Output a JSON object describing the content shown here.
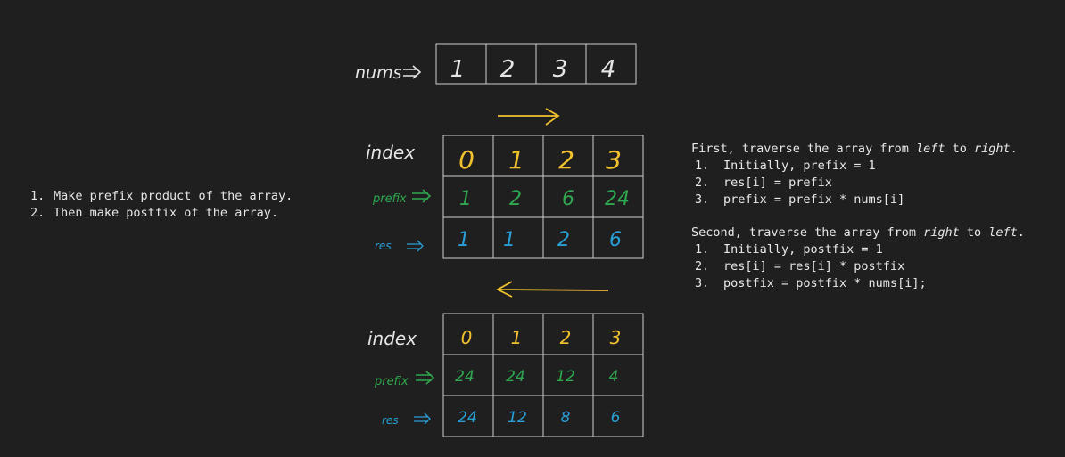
{
  "left_notes": {
    "items": [
      {
        "num": "1.",
        "text": "Make prefix product of the array."
      },
      {
        "num": "2.",
        "text": "Then make postfix of the array."
      }
    ]
  },
  "right_notes": {
    "first": {
      "pre": "First, traverse the array from ",
      "em1": "left",
      "mid": " to ",
      "em2": "right",
      "post": ".",
      "items": [
        {
          "num": "1.",
          "text": "Initially, prefix = 1"
        },
        {
          "num": "2.",
          "text": "res[i] = prefix"
        },
        {
          "num": "3.",
          "text": "prefix = prefix * nums[i]"
        }
      ]
    },
    "second": {
      "pre": "Second, traverse the array from ",
      "em1": "right",
      "mid": " to ",
      "em2": "left",
      "post": ".",
      "items": [
        {
          "num": "1.",
          "text": "Initially, postfix = 1"
        },
        {
          "num": "2.",
          "text": "res[i] = res[i] * postfix"
        },
        {
          "num": "3.",
          "text": "postfix = postfix * nums[i];"
        }
      ]
    }
  },
  "diagram": {
    "nums_label": "nums",
    "nums": [
      "1",
      "2",
      "3",
      "4"
    ],
    "table1": {
      "index_label": "index",
      "prefix_label": "prefix",
      "res_label": "res",
      "index": [
        "0",
        "1",
        "2",
        "3"
      ],
      "prefix": [
        "1",
        "2",
        "6",
        "24"
      ],
      "res": [
        "1",
        "1",
        "2",
        "6"
      ]
    },
    "table2": {
      "index_label": "index",
      "prefix_label": "prefix",
      "res_label": "res",
      "index": [
        "0",
        "1",
        "2",
        "3"
      ],
      "prefix": [
        "24",
        "24",
        "12",
        "4"
      ],
      "res": [
        "24",
        "12",
        "8",
        "6"
      ]
    },
    "colors": {
      "index": "#f2c12e",
      "prefix": "#2fa84f",
      "res": "#2a9fd6",
      "nums": "#e6e6e6",
      "grid": "#cfcfcf",
      "arrow": "#f2c12e"
    }
  }
}
